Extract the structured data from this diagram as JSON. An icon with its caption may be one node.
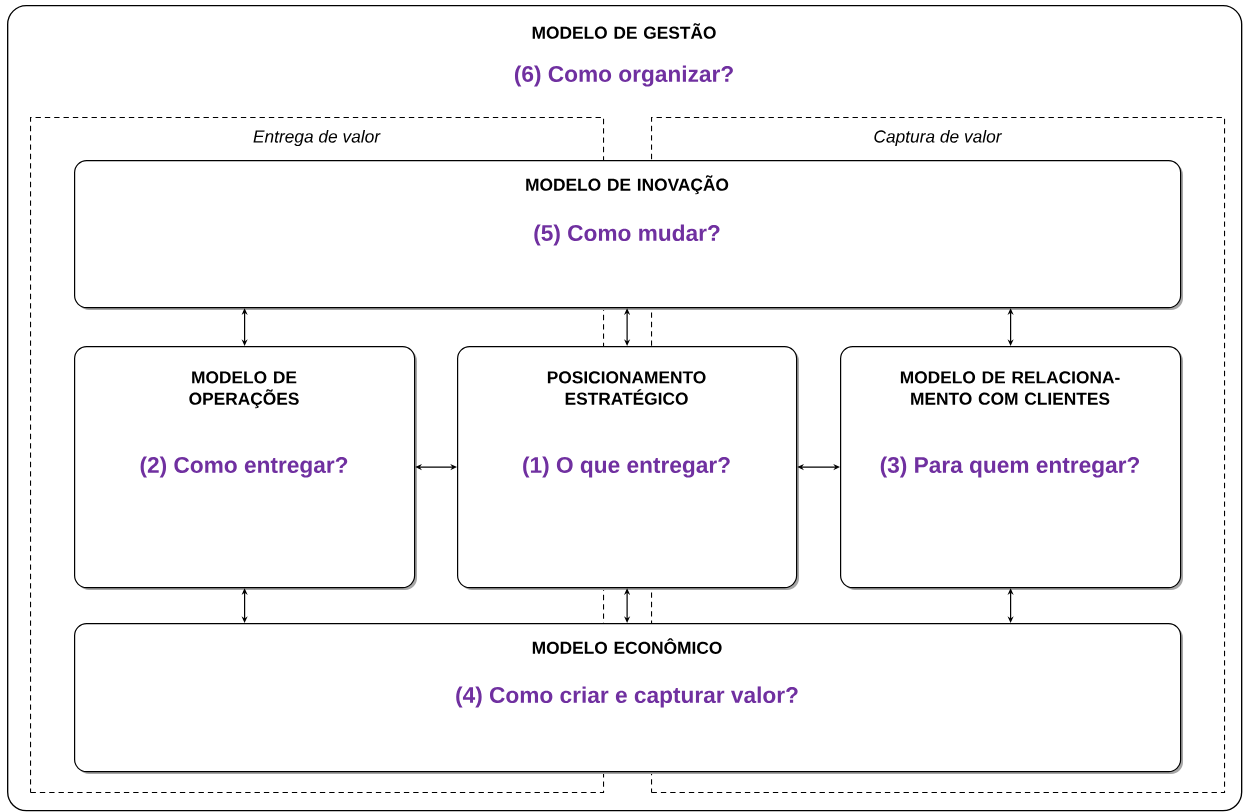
{
  "diagram": {
    "nodes": [
      {
        "text": [
          "MODELO DE GESTÃO",
          "(6) Como organizar?"
        ]
      },
      {
        "text": [
          "Entrega de valor"
        ],
        "in": 0
      },
      {
        "text": [
          "Captura de valor"
        ],
        "in": 0
      },
      {
        "text": [
          "MODELO DE INOVAÇÃO",
          "(5) Como mudar?"
        ],
        "in": 0
      },
      {
        "text": [
          "MODELO DE OPERAÇÕES",
          "(2) Como entregar?"
        ],
        "in": 1
      },
      {
        "text": [
          "POSICIONAMENTO ESTRATÉGICO",
          "(1) O que entregar?"
        ],
        "in": 0
      },
      {
        "text": [
          "MODELO DE RELACIONA- MENTO COM CLIENTES",
          "(3) Para quem entregar?"
        ],
        "in": 2
      },
      {
        "text": [
          "MODELO ECONÔMICO",
          "(4) Como criar e capturar valor?"
        ],
        "in": 0
      }
    ],
    "edges": [
      {
        "from": 3,
        "to": 4,
        "arrow": "both"
      },
      {
        "from": 3,
        "to": 5,
        "arrow": "both"
      },
      {
        "from": 3,
        "to": 6,
        "arrow": "both"
      },
      {
        "from": 4,
        "to": 5,
        "arrow": "both"
      },
      {
        "from": 5,
        "to": 6,
        "arrow": "both"
      },
      {
        "from": 4,
        "to": 7,
        "arrow": "both"
      },
      {
        "from": 5,
        "to": 7,
        "arrow": "both"
      },
      {
        "from": 6,
        "to": 7,
        "arrow": "both"
      }
    ]
  }
}
